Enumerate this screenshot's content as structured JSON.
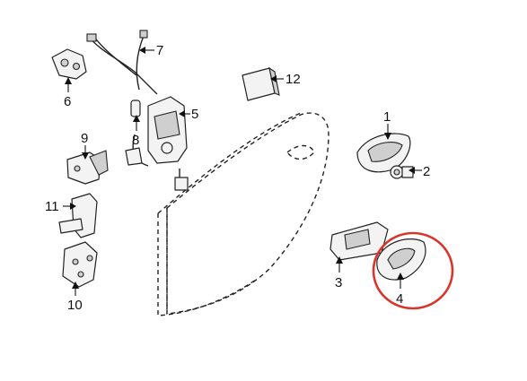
{
  "callouts": [
    {
      "id": "1",
      "label": "1"
    },
    {
      "id": "2",
      "label": "2"
    },
    {
      "id": "3",
      "label": "3"
    },
    {
      "id": "4",
      "label": "4"
    },
    {
      "id": "5",
      "label": "5"
    },
    {
      "id": "6",
      "label": "6"
    },
    {
      "id": "7",
      "label": "7"
    },
    {
      "id": "8",
      "label": "8"
    },
    {
      "id": "9",
      "label": "9"
    },
    {
      "id": "10",
      "label": "10"
    },
    {
      "id": "11",
      "label": "11"
    },
    {
      "id": "12",
      "label": "12"
    }
  ],
  "highlight": {
    "target": "4",
    "color": "#d9352a"
  },
  "colors": {
    "line": "#222222",
    "fill": "#f3f3f3"
  }
}
